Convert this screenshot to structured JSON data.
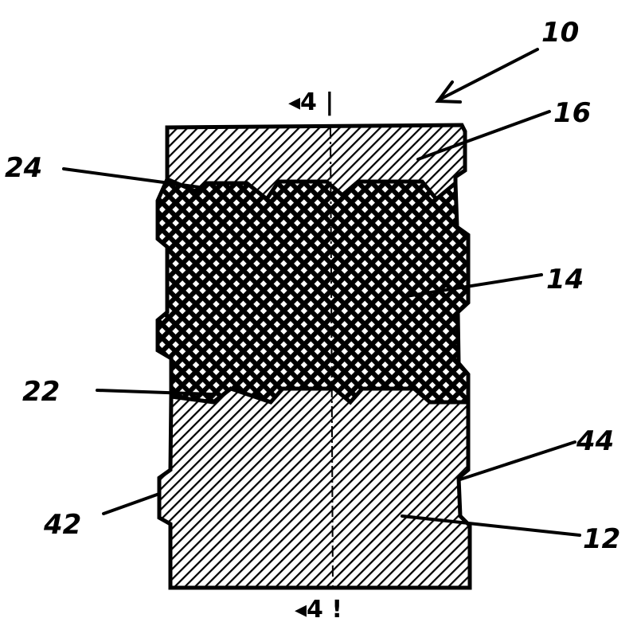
{
  "labels": {
    "assembly": "10",
    "top_cap": "16",
    "middle_body": "14",
    "bottom_body": "12",
    "upper_joint": "24",
    "lower_joint": "22",
    "left_groove": "42",
    "right_groove": "44"
  },
  "section_marks": {
    "top": "◂4 |",
    "bottom": "◂4 !"
  },
  "colors": {
    "ink": "#000000",
    "paper": "#ffffff"
  }
}
